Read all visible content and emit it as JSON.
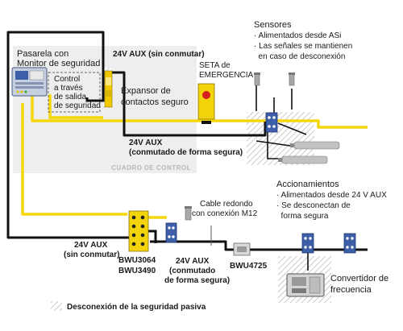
{
  "cabinet": {
    "label": "CUADRO DE CONTROL"
  },
  "gateway": {
    "title_line1": "Pasarela con",
    "title_line2": "Monitor de seguridad",
    "control_line1": "Control",
    "control_line2": "a través",
    "control_line3": "de salida",
    "control_line4": "de seguridad"
  },
  "expander": {
    "label_line1": "Expansor de",
    "label_line2": "contactos seguro"
  },
  "emergency_stop": {
    "label_line1": "SETA de",
    "label_line2": "EMERGENCIA"
  },
  "power_labels": {
    "top": "24V AUX (sin conmutar)",
    "switched_line1": "24V AUX",
    "switched_line2": "(conmutado de forma segura)",
    "bottom_left_line1": "24V AUX",
    "bottom_left_line2": "(sin conmutar)",
    "bottom_mid_line1": "24V AUX",
    "bottom_mid_line2": "(conmutado",
    "bottom_mid_line3": "de forma segura)"
  },
  "sensors": {
    "title": "Sensores",
    "bullet1": "· Alimentados desde ASi",
    "bullet2": "· Las señales se mantienen",
    "bullet3": "  en caso de desconexión"
  },
  "cable": {
    "label_line1": "Cable redondo",
    "label_line2": "con conexión M12"
  },
  "actuators": {
    "title": "Accionamientos",
    "bullet1": "· Alimentados desde 24 V AUX",
    "bullet2": "· Se desconectan de",
    "bullet3": "  forma segura"
  },
  "modules": {
    "bwu3064": "BWU3064",
    "bwu3490": "BWU3490",
    "bwu4725": "BWU4725"
  },
  "converter": {
    "label_line1": "Convertidor de",
    "label_line2": "frecuencia"
  },
  "legend": {
    "text": "Desconexión de la seguridad pasiva"
  },
  "colors": {
    "yellow_cable": "#f5d60a",
    "black_cable": "#111111",
    "cabinet_fill": "#eeeeee",
    "module_blue": "#3c5fa8"
  }
}
